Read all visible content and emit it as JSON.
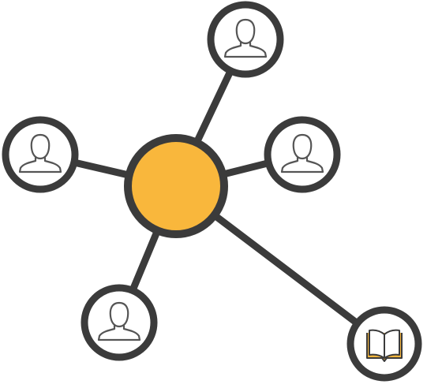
{
  "diagram": {
    "colors": {
      "stroke": "#3b3b3b",
      "hub_fill": "#f9b73c",
      "node_fill": "#ffffff",
      "person_icon_stroke": "#555555",
      "book_icon_fill": "#f9b73c",
      "book_icon_stroke": "#3b3b3b"
    },
    "hub": {
      "icon": "none"
    },
    "nodes": [
      {
        "id": "top",
        "icon": "person-icon"
      },
      {
        "id": "left",
        "icon": "person-icon"
      },
      {
        "id": "right",
        "icon": "person-icon"
      },
      {
        "id": "bottom-left",
        "icon": "person-icon"
      },
      {
        "id": "bottom-right",
        "icon": "book-icon"
      }
    ]
  }
}
